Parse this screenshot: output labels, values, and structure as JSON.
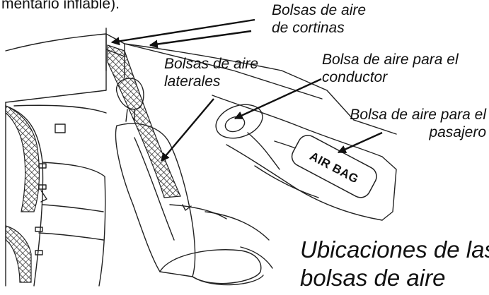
{
  "header_fragment": "mentario inflable).",
  "labels": {
    "curtain": [
      "Bolsas de aire",
      "de cortinas"
    ],
    "side": [
      "Bolsas de aire",
      "laterales"
    ],
    "driver": [
      "Bolsa de aire para el",
      "conductor"
    ],
    "passenger": [
      "Bolsa de aire para el",
      "pasajero"
    ]
  },
  "dashboard_tag": "AIR BAG",
  "caption": [
    "Ubicaciones de las",
    "bolsas de aire"
  ]
}
